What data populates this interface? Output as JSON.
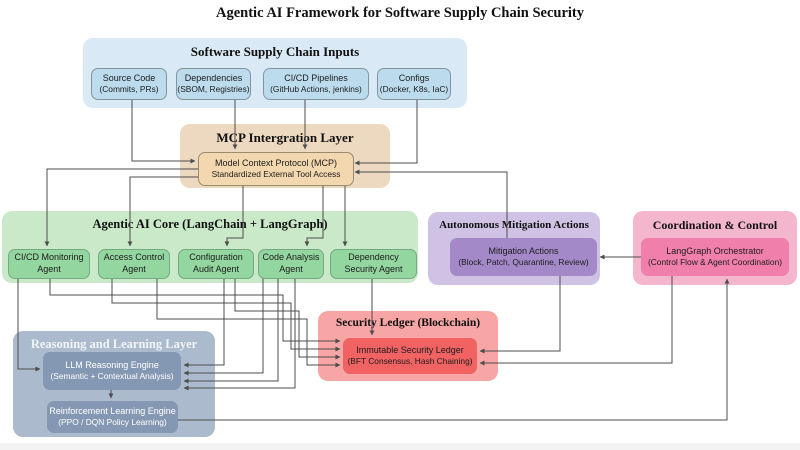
{
  "title": "Agentic AI Framework for Software Supply Chain Security",
  "colors": {
    "input_fill": "#d9e9f5",
    "input_node": "#bcdcee",
    "mcp_fill": "#ecd9c0",
    "mcp_node": "#f3d7ae",
    "core_fill": "#c9e9c9",
    "core_node": "#93d69f",
    "mitigation_fill": "#cfc2e5",
    "mitigation_node": "#a489c9",
    "coordination_fill": "#f4b6cc",
    "coordination_node": "#f17fab",
    "ledger_fill": "#f7a5a5",
    "ledger_node": "#f16363",
    "reasoning_fill": "#abbacc",
    "reasoning_node": "#8598b3",
    "line": "#4d4d4d"
  },
  "inputs": {
    "header": "Software Supply Chain Inputs",
    "nodes": [
      {
        "line1": "Source Code",
        "line2": "(Commits, PRs)"
      },
      {
        "line1": "Dependencies",
        "line2": "(SBOM, Registries)"
      },
      {
        "line1": "CI/CD Pipelines",
        "line2": "(GitHub Actions, jenkins)"
      },
      {
        "line1": "Configs",
        "line2": "(Docker, K8s, IaC)"
      }
    ]
  },
  "mcp": {
    "header": "MCP Intergration Layer",
    "node": {
      "line1": "Model Context Protocol (MCP)",
      "line2": "Standardized External Tool Access"
    }
  },
  "core": {
    "header": "Agentic AI Core (LangChain + LangGraph)",
    "agents": [
      {
        "line1": "CI/CD Monitoring",
        "line2": "Agent"
      },
      {
        "line1": "Access Control",
        "line2": "Agent"
      },
      {
        "line1": "Configuration",
        "line2": "Audit Agent"
      },
      {
        "line1": "Code Analysis",
        "line2": "Agent"
      },
      {
        "line1": "Dependency",
        "line2": "Security Agent"
      }
    ]
  },
  "mitigation": {
    "header": "Autonomous Mitigation Actions",
    "node": {
      "line1": "Mitigation Actions",
      "line2": "(Block, Patch, Quarantine, Review)"
    }
  },
  "coordination": {
    "header": "Coordination & Control",
    "node": {
      "line1": "LangGraph Orchestrator",
      "line2": "(Control Flow & Agent Coordination)"
    }
  },
  "ledger": {
    "header": "Security Ledger (Blockchain)",
    "node": {
      "line1": "Immutable Security Ledger",
      "line2": "(BFT Consensus, Hash Chaining)"
    }
  },
  "reasoning": {
    "header": "Reasoning and Learning Layer",
    "nodes": [
      {
        "line1": "LLM Reasoning Engine",
        "line2": "(Semantic + Contextual Analysis)"
      },
      {
        "line1": "Reinforcement Learning Engine",
        "line2": "(PPO / DQN Policy Learning)"
      }
    ]
  }
}
